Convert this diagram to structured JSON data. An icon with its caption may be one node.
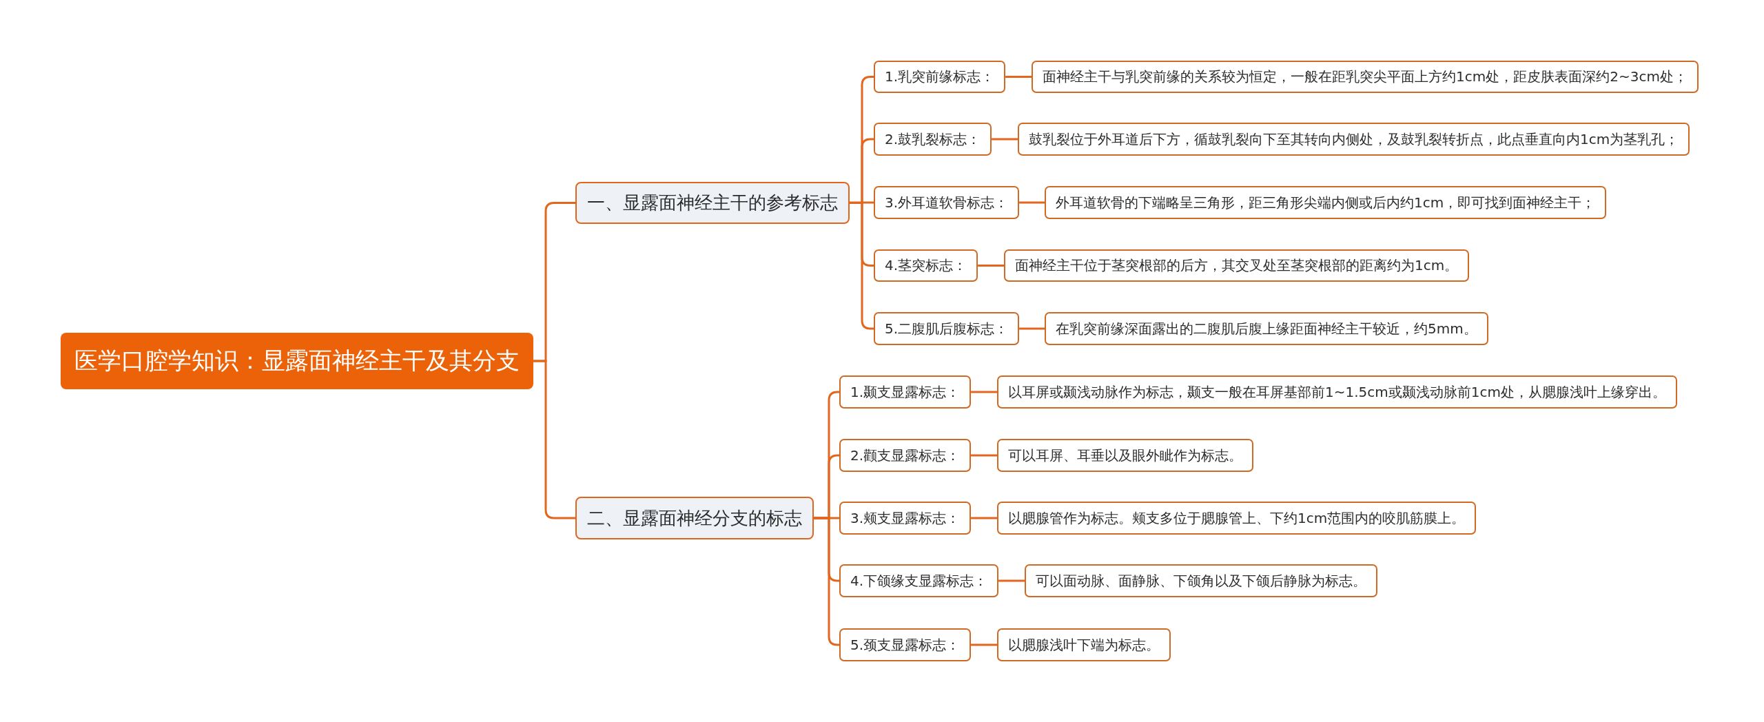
{
  "diagram": {
    "nodes": [
      {
        "text": [
          "医学口腔学知识：显露面神经主干及其分支"
        ]
      },
      {
        "text": [
          "一、显露面神经主干的参考标志"
        ]
      },
      {
        "text": [
          "1.乳突前缘标志："
        ]
      },
      {
        "text": [
          "面神经主干与乳突前缘的关系较为恒定，一般在距乳突尖平面上方约1cm处，距皮肤表面深约2~3cm处；"
        ]
      },
      {
        "text": [
          "2.鼓乳裂标志："
        ]
      },
      {
        "text": [
          "鼓乳裂位于外耳道后下方，循鼓乳裂向下至其转向内侧处，及鼓乳裂转折点，此点垂直向内1cm为茎乳孔；"
        ]
      },
      {
        "text": [
          "3.外耳道软骨标志："
        ]
      },
      {
        "text": [
          "外耳道软骨的下端略呈三角形，距三角形尖端内侧或后内约1cm，即可找到面神经主干；"
        ]
      },
      {
        "text": [
          "4.茎突标志："
        ]
      },
      {
        "text": [
          "面神经主干位于茎突根部的后方，其交叉处至茎突根部的距离约为1cm。"
        ]
      },
      {
        "text": [
          "5.二腹肌后腹标志："
        ]
      },
      {
        "text": [
          "在乳突前缘深面露出的二腹肌后腹上缘距面神经主干较近，约5mm。"
        ]
      },
      {
        "text": [
          "二、显露面神经分支的标志"
        ]
      },
      {
        "text": [
          "1.颞支显露标志："
        ]
      },
      {
        "text": [
          "以耳屏或颞浅动脉作为标志，颞支一般在耳屏基部前1~1.5cm或颞浅动脉前1cm处，从腮腺浅叶上缘穿出。"
        ]
      },
      {
        "text": [
          "2.颧支显露标志："
        ]
      },
      {
        "text": [
          "可以耳屏、耳垂以及眼外眦作为标志。"
        ]
      },
      {
        "text": [
          "3.颊支显露标志："
        ]
      },
      {
        "text": [
          "以腮腺管作为标志。颊支多位于腮腺管上、下约1cm范围内的咬肌筋膜上。"
        ]
      },
      {
        "text": [
          "4.下颌缘支显露标志："
        ]
      },
      {
        "text": [
          "可以面动脉、面静脉、下颌角以及下颌后静脉为标志。"
        ]
      },
      {
        "text": [
          "5.颈支显露标志："
        ]
      },
      {
        "text": [
          "以腮腺浅叶下端为标志。"
        ]
      }
    ],
    "edges": [
      {
        "from": 0,
        "to": 1,
        "arrow": "none"
      },
      {
        "from": 0,
        "to": 12,
        "arrow": "none"
      },
      {
        "from": 1,
        "to": 2,
        "arrow": "none"
      },
      {
        "from": 2,
        "to": 3,
        "arrow": "none"
      },
      {
        "from": 1,
        "to": 4,
        "arrow": "none"
      },
      {
        "from": 4,
        "to": 5,
        "arrow": "none"
      },
      {
        "from": 1,
        "to": 6,
        "arrow": "none"
      },
      {
        "from": 6,
        "to": 7,
        "arrow": "none"
      },
      {
        "from": 1,
        "to": 8,
        "arrow": "none"
      },
      {
        "from": 8,
        "to": 9,
        "arrow": "none"
      },
      {
        "from": 1,
        "to": 10,
        "arrow": "none"
      },
      {
        "from": 10,
        "to": 11,
        "arrow": "none"
      },
      {
        "from": 12,
        "to": 13,
        "arrow": "none"
      },
      {
        "from": 13,
        "to": 14,
        "arrow": "none"
      },
      {
        "from": 12,
        "to": 15,
        "arrow": "none"
      },
      {
        "from": 15,
        "to": 16,
        "arrow": "none"
      },
      {
        "from": 12,
        "to": 17,
        "arrow": "none"
      },
      {
        "from": 17,
        "to": 18,
        "arrow": "none"
      },
      {
        "from": 12,
        "to": 19,
        "arrow": "none"
      },
      {
        "from": 19,
        "to": 20,
        "arrow": "none"
      },
      {
        "from": 12,
        "to": 21,
        "arrow": "none"
      },
      {
        "from": 21,
        "to": 22,
        "arrow": "none"
      }
    ]
  }
}
